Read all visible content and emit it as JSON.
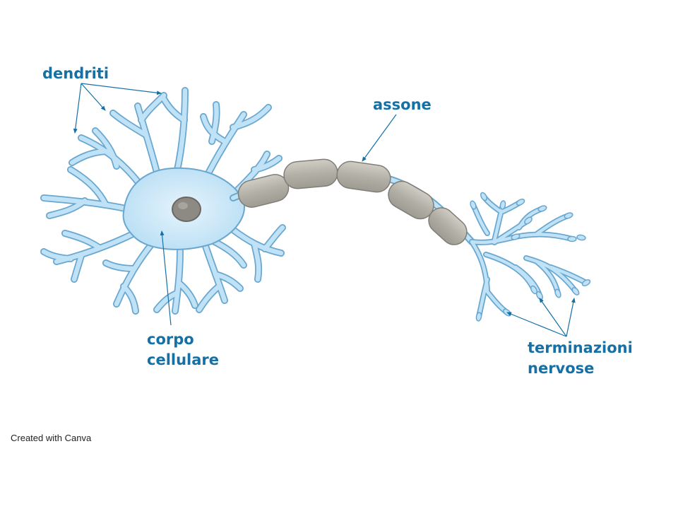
{
  "labels": {
    "dendrites": "dendriti",
    "axon": "assone",
    "cell_body_line1": "corpo",
    "cell_body_line2": "cellulare",
    "nerve_endings_line1": "terminazioni",
    "nerve_endings_line2": "nervose"
  },
  "footer": {
    "credit": "Created with Canva"
  },
  "colors": {
    "label": "#1570a6",
    "neuron_fill": "#bfe2f7",
    "neuron_outline": "#6aa7cf",
    "myelin": "#b7b5ac",
    "nucleus": "#8d8a84"
  }
}
